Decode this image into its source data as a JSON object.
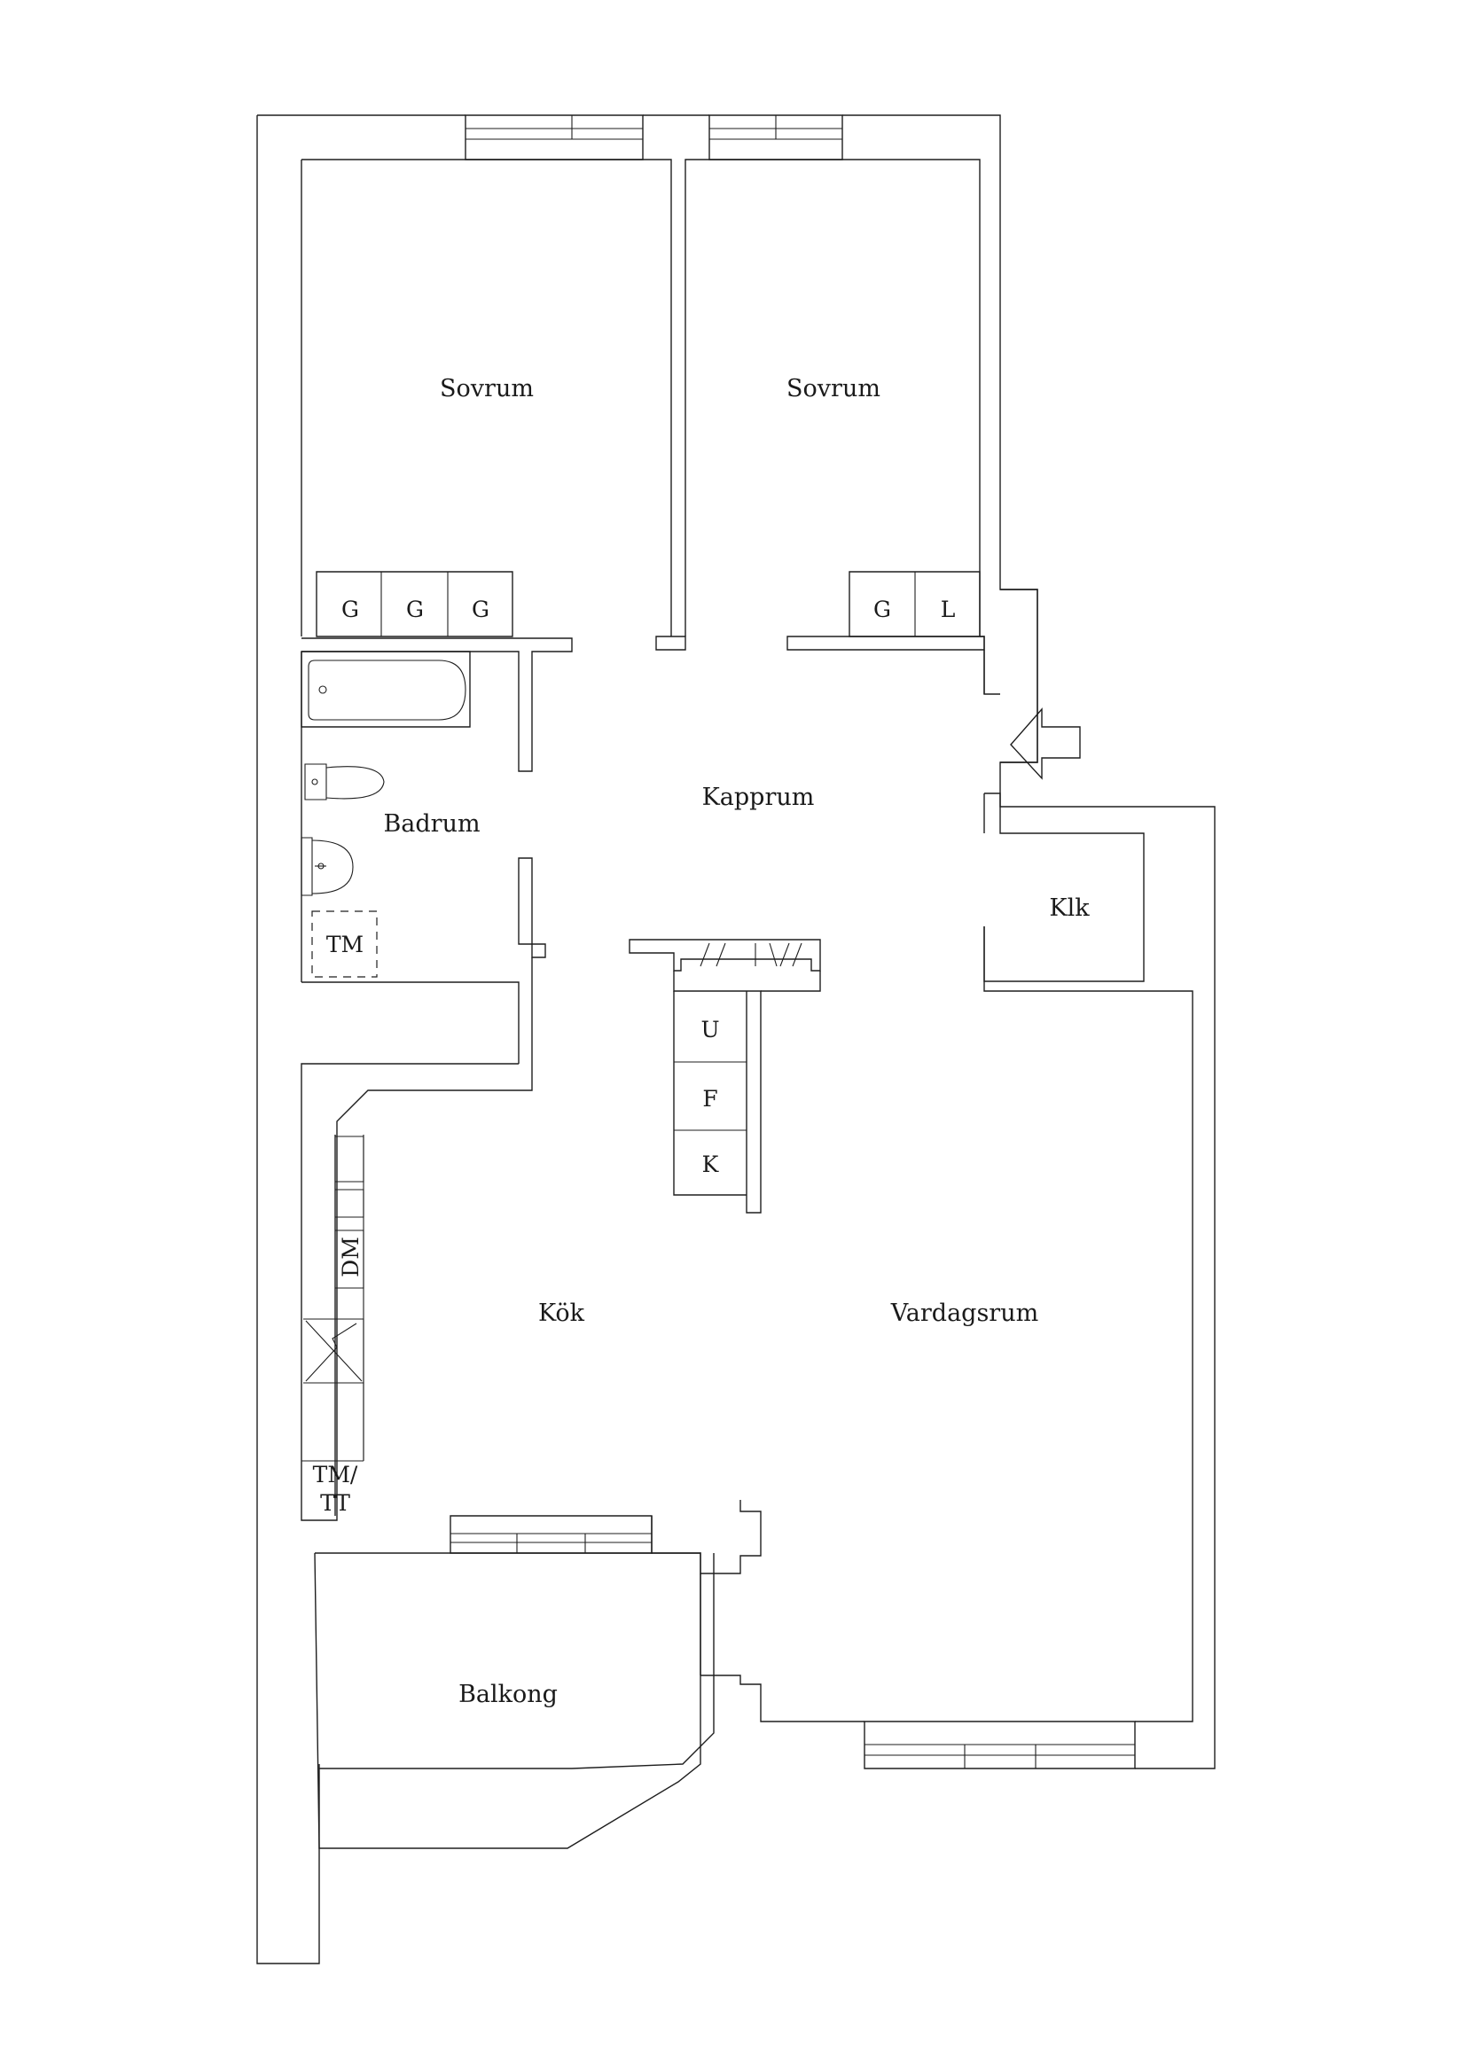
{
  "rooms": {
    "bedroom_left": "Sovrum",
    "bedroom_right": "Sovrum",
    "hall": "Kapprum",
    "bathroom": "Badrum",
    "closet": "Klk",
    "kitchen": "Kök",
    "living_room": "Vardagsrum",
    "balcony": "Balkong"
  },
  "fixtures": {
    "wardrobe_left_1": "G",
    "wardrobe_left_2": "G",
    "wardrobe_left_3": "G",
    "wardrobe_right_1": "G",
    "linen_right": "L",
    "bath_washer": "TM",
    "hall_u": "U",
    "hall_f": "F",
    "hall_k": "K",
    "kitchen_dm": "DM",
    "kitchen_tm": "TM/",
    "kitchen_tt": "TT"
  },
  "colors": {
    "line": "#1e1e1e",
    "background": "#ffffff"
  }
}
